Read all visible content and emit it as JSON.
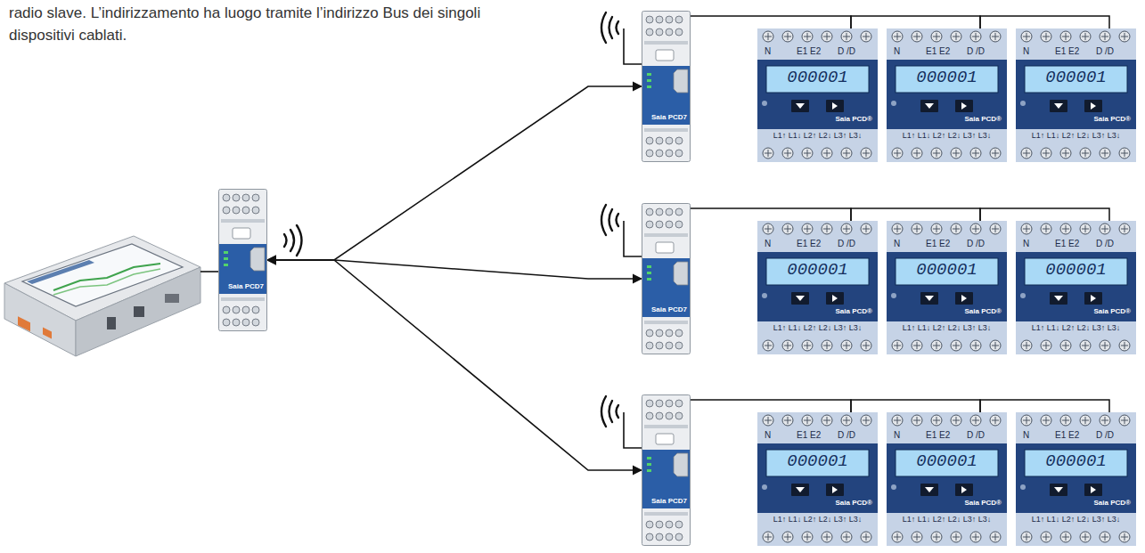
{
  "diagram": {
    "nodes": [
      {
        "text": [
          "Saia PCD7"
        ]
      },
      {
        "text": [
          "Saia PCD7"
        ]
      },
      {
        "text": [
          "N",
          "E1 E2",
          "D /D",
          "000001",
          "Saia PCD®",
          "L1↑ L1↓ L2↑ L2↓ L3↑ L3↓"
        ]
      },
      {
        "text": [
          "N",
          "E1 E2",
          "D /D",
          "000001",
          "Saia PCD®",
          "L1↑ L1↓ L2↑ L2↓ L3↑ L3↓"
        ]
      },
      {
        "text": [
          "N",
          "E1 E2",
          "D /D",
          "000001",
          "Saia PCD®",
          "L1↑ L1↓ L2↑ L2↓ L3↑ L3↓"
        ]
      },
      {
        "text": [
          "Saia PCD7"
        ]
      },
      {
        "text": [
          "N",
          "E1 E2",
          "D /D",
          "000001",
          "Saia PCD®",
          "L1↑ L1↓ L2↑ L2↓ L3↑ L3↓"
        ]
      },
      {
        "text": [
          "N",
          "E1 E2",
          "D /D",
          "000001",
          "Saia PCD®",
          "L1↑ L1↓ L2↑ L2↓ L3↑ L3↓"
        ]
      },
      {
        "text": [
          "N",
          "E1 E2",
          "D /D",
          "000001",
          "Saia PCD®",
          "L1↑ L1↓ L2↑ L2↓ L3↑ L3↓"
        ]
      },
      {
        "text": [
          "Saia PCD7"
        ]
      },
      {
        "text": [
          "N",
          "E1 E2",
          "D /D",
          "000001",
          "Saia PCD®",
          "L1↑ L1↓ L2↑ L2↓ L3↑ L3↓"
        ]
      },
      {
        "text": [
          "N",
          "E1 E2",
          "D /D",
          "000001",
          "Saia PCD®",
          "L1↑ L1↓ L2↑ L2↓ L3↑ L3↓"
        ]
      },
      {
        "text": [
          "N",
          "E1 E2",
          "D /D",
          "000001",
          "Saia PCD®",
          "L1↑ L1↓ L2↑ L2↓ L3↑ L3↓"
        ]
      }
    ],
    "edges": [
      {
        "from": 0,
        "to": 1,
        "arrow": "both"
      },
      {
        "from": 0,
        "to": 5,
        "arrow": "both"
      },
      {
        "from": 0,
        "to": 9,
        "arrow": "both"
      },
      {
        "from": 1,
        "to": 2,
        "arrow": "none"
      },
      {
        "from": 2,
        "to": 3,
        "arrow": "none"
      },
      {
        "from": 3,
        "to": 4,
        "arrow": "none"
      },
      {
        "from": 5,
        "to": 6,
        "arrow": "none"
      },
      {
        "from": 6,
        "to": 7,
        "arrow": "none"
      },
      {
        "from": 7,
        "to": 8,
        "arrow": "none"
      },
      {
        "from": 9,
        "to": 10,
        "arrow": "none"
      },
      {
        "from": 10,
        "to": 11,
        "arrow": "none"
      },
      {
        "from": 11,
        "to": 12,
        "arrow": "none"
      }
    ],
    "labels": [
      "radio slave. L’indirizzamento ha luogo tramite l’indirizzo Bus dei singoli dispositivi cablati."
    ]
  }
}
